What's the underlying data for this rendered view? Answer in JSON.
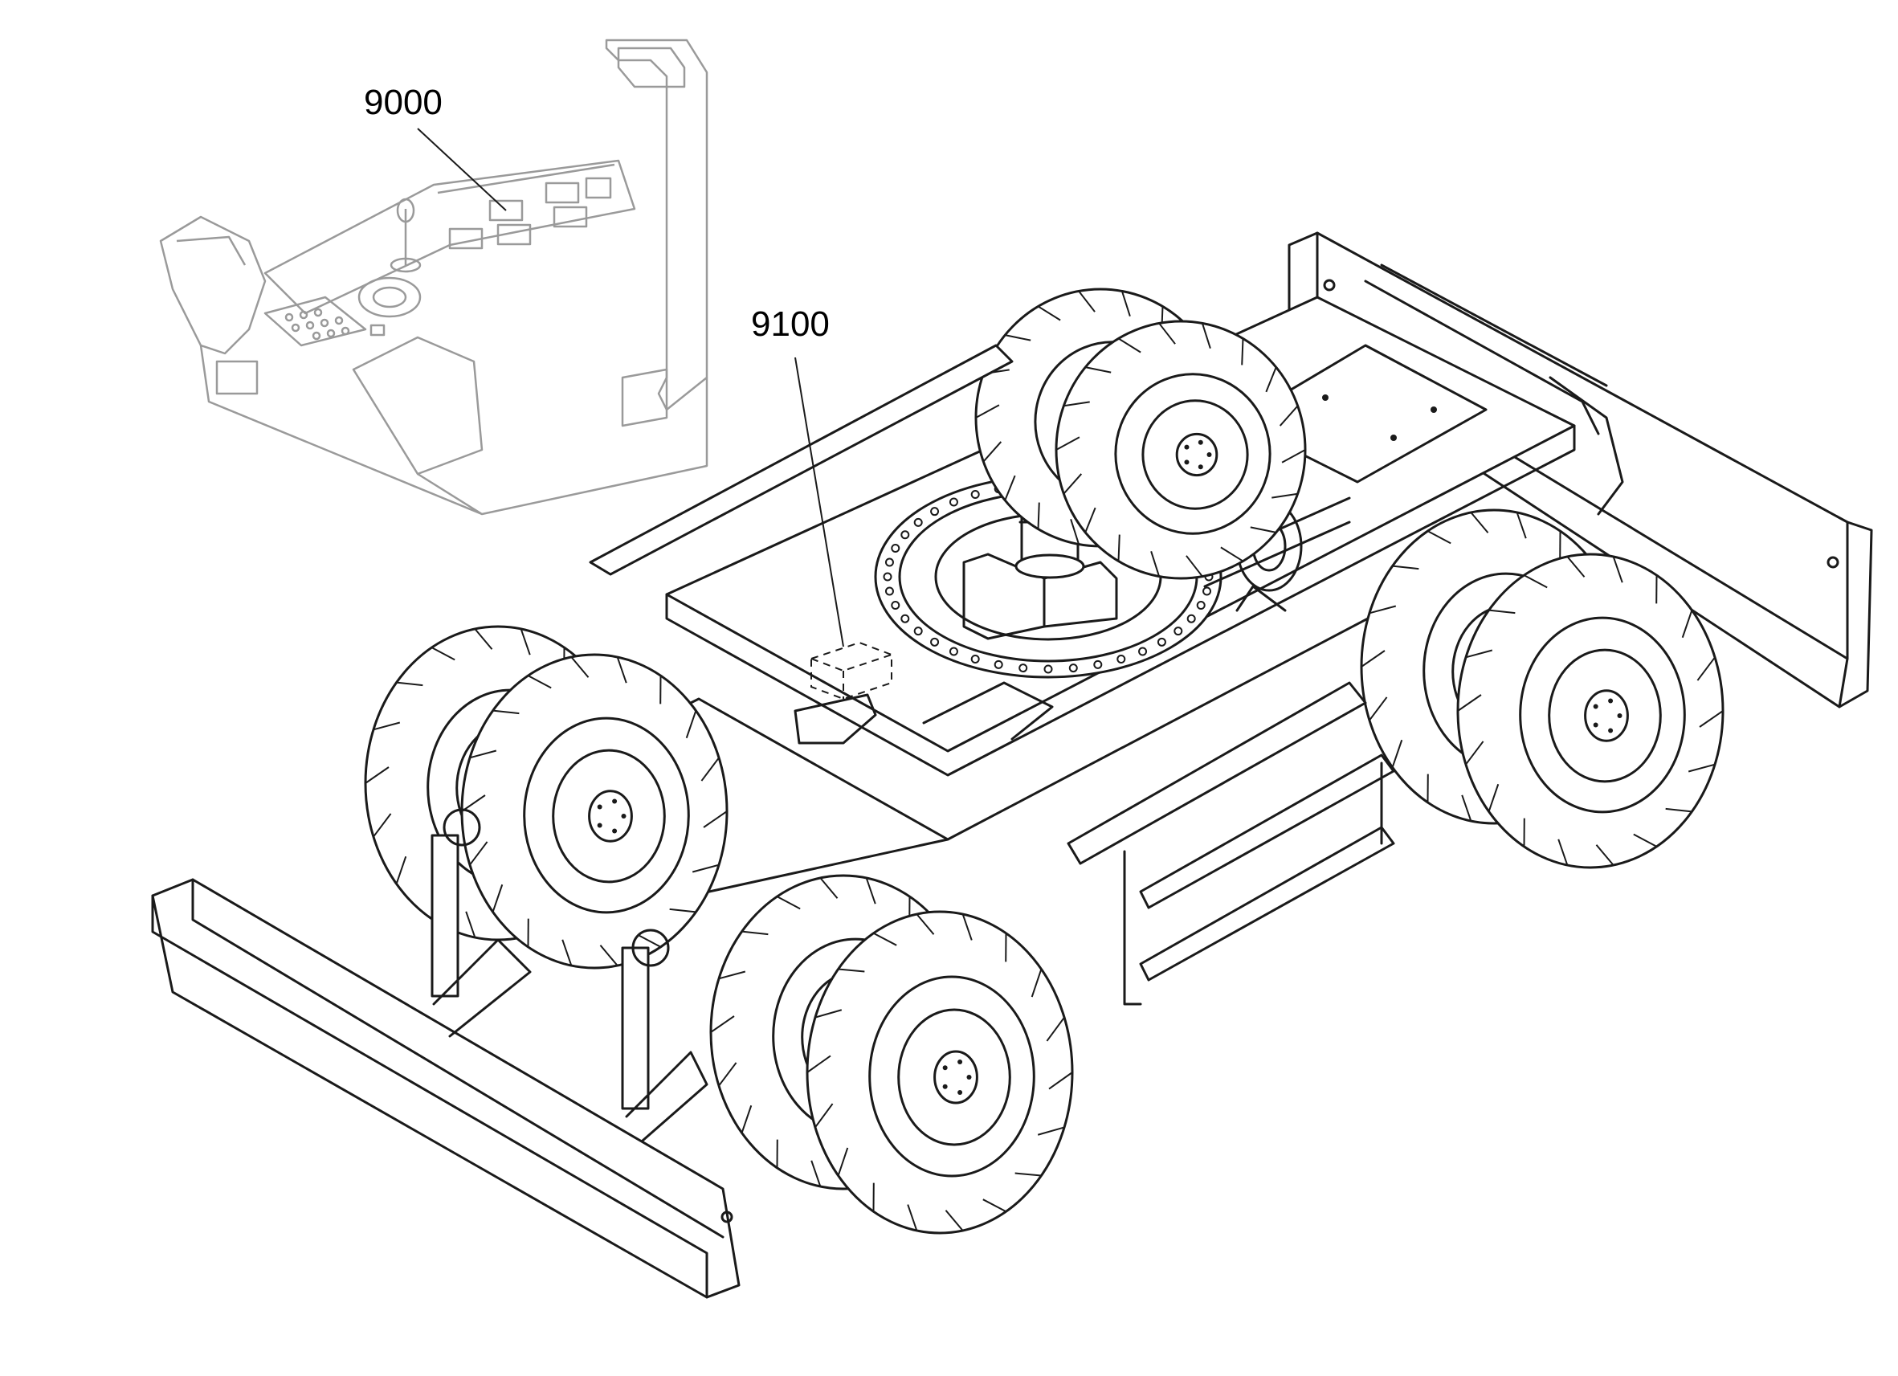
{
  "callouts": [
    {
      "id": "9000",
      "label": "9000",
      "target": "operator-console"
    },
    {
      "id": "9100",
      "label": "9100",
      "target": "control-unit-box"
    }
  ],
  "colors": {
    "line": "#1a1a1a",
    "ghost_line": "#9a9a9a",
    "background": "#ffffff"
  }
}
